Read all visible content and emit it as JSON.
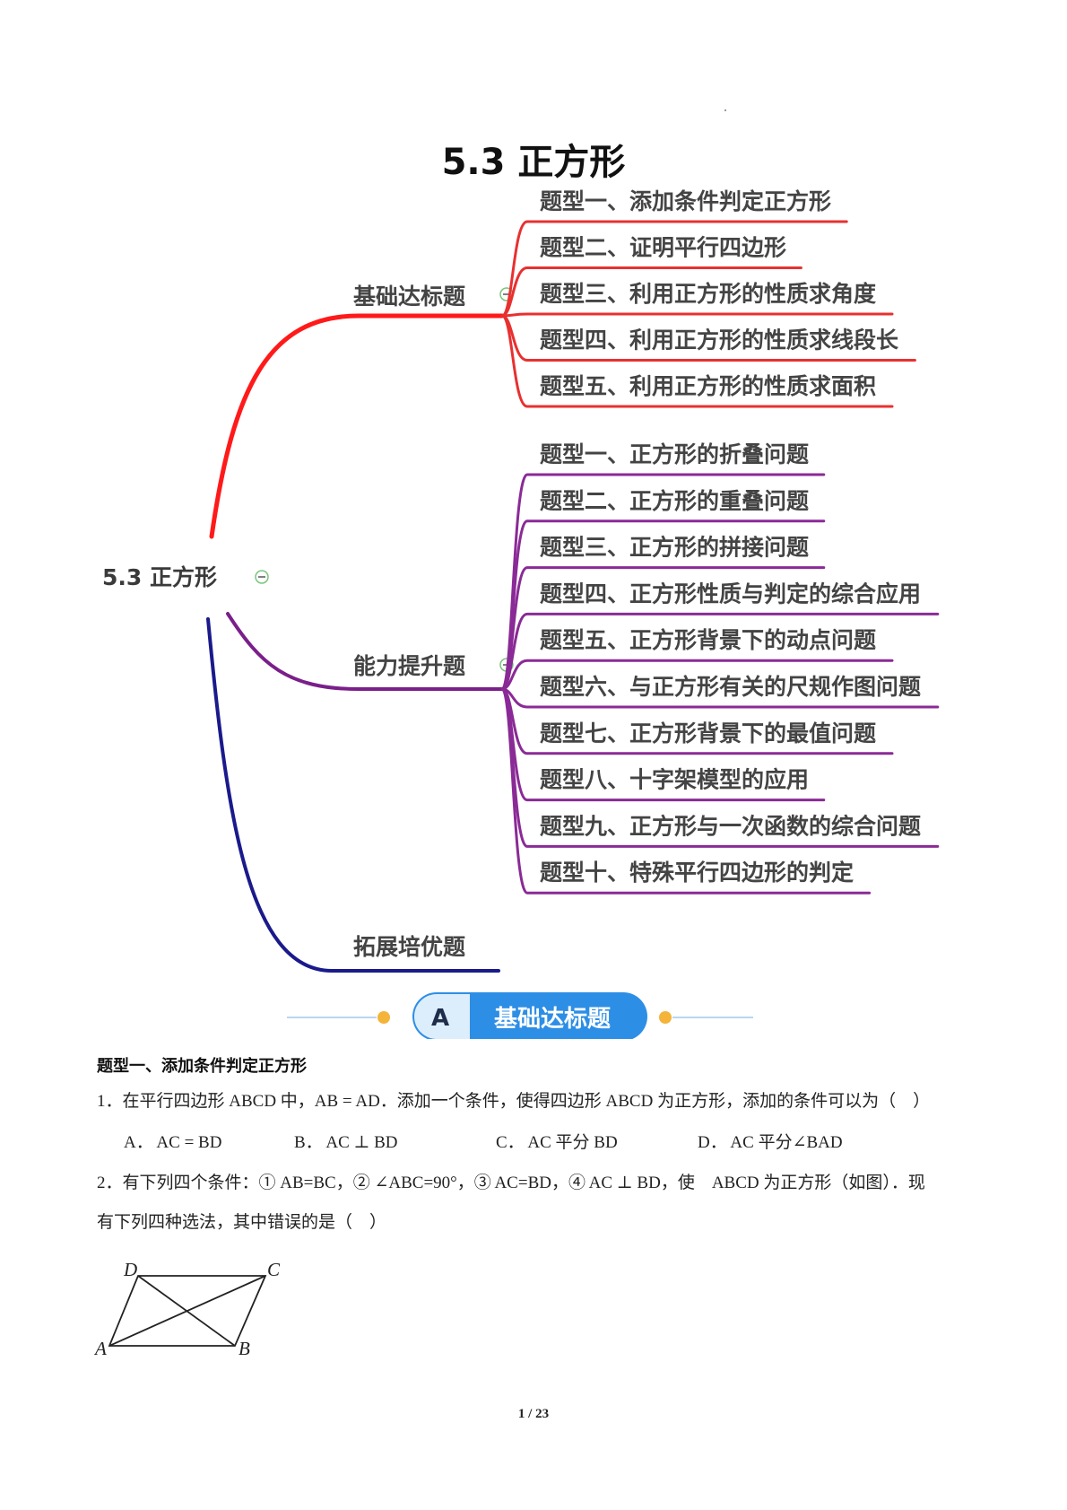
{
  "title": "5.3  正方形",
  "mindmap": {
    "root": "5.3 正方形",
    "branches": [
      {
        "label": "基础达标题",
        "color": "#ff1a1a",
        "leaf_color": "#e83030",
        "items": [
          "题型一、添加条件判定正方形",
          "题型二、证明平行四边形",
          "题型三、利用正方形的性质求角度",
          "题型四、利用正方形的性质求线段长",
          "题型五、利用正方形的性质求面积"
        ]
      },
      {
        "label": "能力提升题",
        "color": "#7a1f8a",
        "leaf_color": "#8a2a96",
        "items": [
          "题型一、正方形的折叠问题",
          "题型二、正方形的重叠问题",
          "题型三、正方形的拼接问题",
          "题型四、正方形性质与判定的综合应用",
          "题型五、正方形背景下的动点问题",
          "题型六、与正方形有关的尺规作图问题",
          "题型七、正方形背景下的最值问题",
          "题型八、十字架模型的应用",
          "题型九、正方形与一次函数的综合问题",
          "题型十、特殊平行四边形的判定"
        ]
      },
      {
        "label": "拓展培优题",
        "color": "#1a1a8c",
        "items": []
      }
    ]
  },
  "banner": {
    "letter": "A",
    "label": "基础达标题",
    "accent": "#2d8ee6",
    "dot": "#f4b43a"
  },
  "content": {
    "section_title": "题型一、添加条件判定正方形",
    "q1": "1．在平行四边形 ABCD 中，AB = AD．添加一个条件，使得四边形 ABCD 为正方形，添加的条件可以为（　）",
    "q1_options": [
      "A． AC = BD",
      "B． AC ⊥ BD",
      "C． AC 平分 BD",
      "D． AC 平分∠BAD"
    ],
    "q2_line1": "2．有下列四个条件：① AB=BC，② ∠ABC=90°，③ AC=BD，④ AC ⊥ BD，使　ABCD 为正方形（如图）．现",
    "q2_line2": "有下列四种选法，其中错误的是（　）"
  },
  "figure": {
    "labels": [
      "D",
      "C",
      "A",
      "B"
    ]
  },
  "page_number": "1 / 23"
}
